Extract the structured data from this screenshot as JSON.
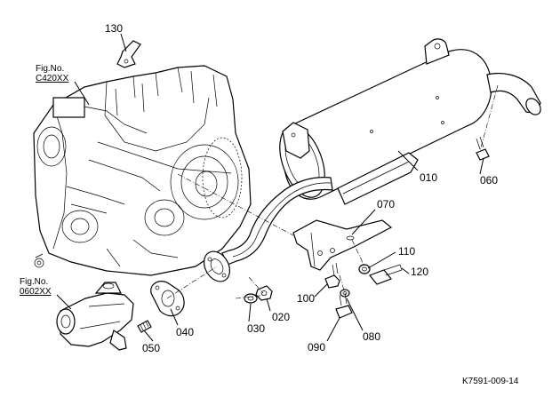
{
  "figure_refs": [
    {
      "title": "Fig.No.",
      "code": "C420XX"
    },
    {
      "title": "Fig.No.",
      "code": "0602XX"
    }
  ],
  "parts": [
    "130",
    "010",
    "060",
    "070",
    "110",
    "120",
    "100",
    "020",
    "030",
    "040",
    "050",
    "080",
    "090"
  ],
  "drawing_code": "K7591-009-14"
}
